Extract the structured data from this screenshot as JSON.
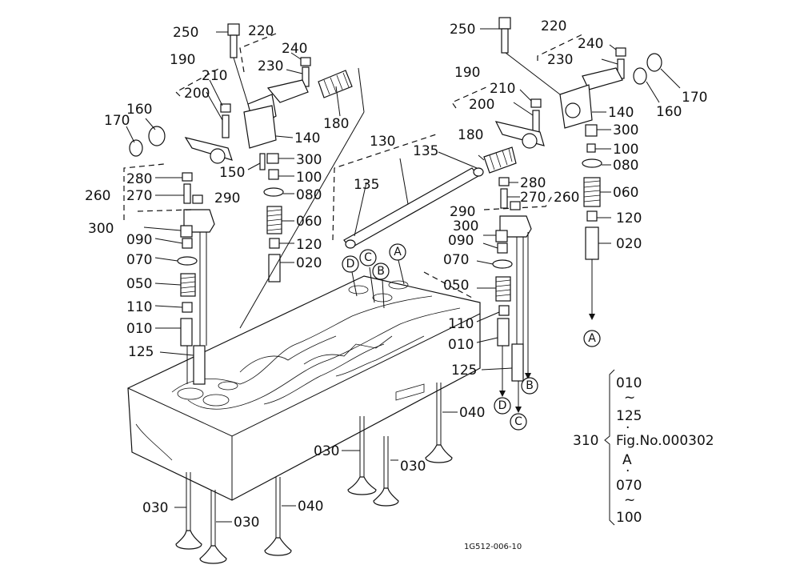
{
  "labels": {
    "l250a": "250",
    "l220a": "220",
    "l240a": "240",
    "l230a": "230",
    "l190a": "190",
    "l210a": "210",
    "l200a": "200",
    "l160a": "160",
    "l170a": "170",
    "l180a": "180",
    "l140a": "140",
    "l300a": "300",
    "l150a": "150",
    "l100a": "100",
    "l080a": "080",
    "l280a": "280",
    "l270a": "270",
    "l260a": "260",
    "l290a": "290",
    "l300b": "300",
    "l090a": "090",
    "l070a": "070",
    "l050a": "050",
    "l110a": "110",
    "l010a": "010",
    "l125a": "125",
    "l060a": "060",
    "l120a": "120",
    "l020a": "020",
    "l130a": "130",
    "l135a": "135",
    "l135b": "135",
    "l250b": "250",
    "l220b": "220",
    "l240b": "240",
    "l230b": "230",
    "l170b": "170",
    "l160b": "160",
    "l190b": "190",
    "l210b": "210",
    "l200b": "200",
    "l140b": "140",
    "l300c": "300",
    "l100b": "100",
    "l180b": "180",
    "l080b": "080",
    "l060b": "060",
    "l120b": "120",
    "l020b": "020",
    "l280b": "280",
    "l270b": "270",
    "l260b": "260",
    "l290b": "290",
    "l300d": "300",
    "l090b": "090",
    "l070b": "070",
    "l050b": "050",
    "l110b": "110",
    "l010b": "010",
    "l125b": "125",
    "l040a": "040",
    "l030a": "030",
    "l030b": "030",
    "l030c": "030",
    "l030d": "030",
    "l040b": "040",
    "l310": "310"
  },
  "circles": {
    "cD1": "D",
    "cC1": "C",
    "cB1": "B",
    "cA1": "A",
    "cA2": "A",
    "cB2": "B",
    "cD2": "D",
    "cC2": "C"
  },
  "legend": {
    "r1": "010",
    "t1": "~",
    "r2": "125",
    "d1": "·",
    "r3": "Fig.No.000302",
    "r4": "A",
    "d2": "·",
    "r5": "070",
    "t2": "~",
    "r6": "100"
  },
  "figure_code": "1G512-006-10"
}
